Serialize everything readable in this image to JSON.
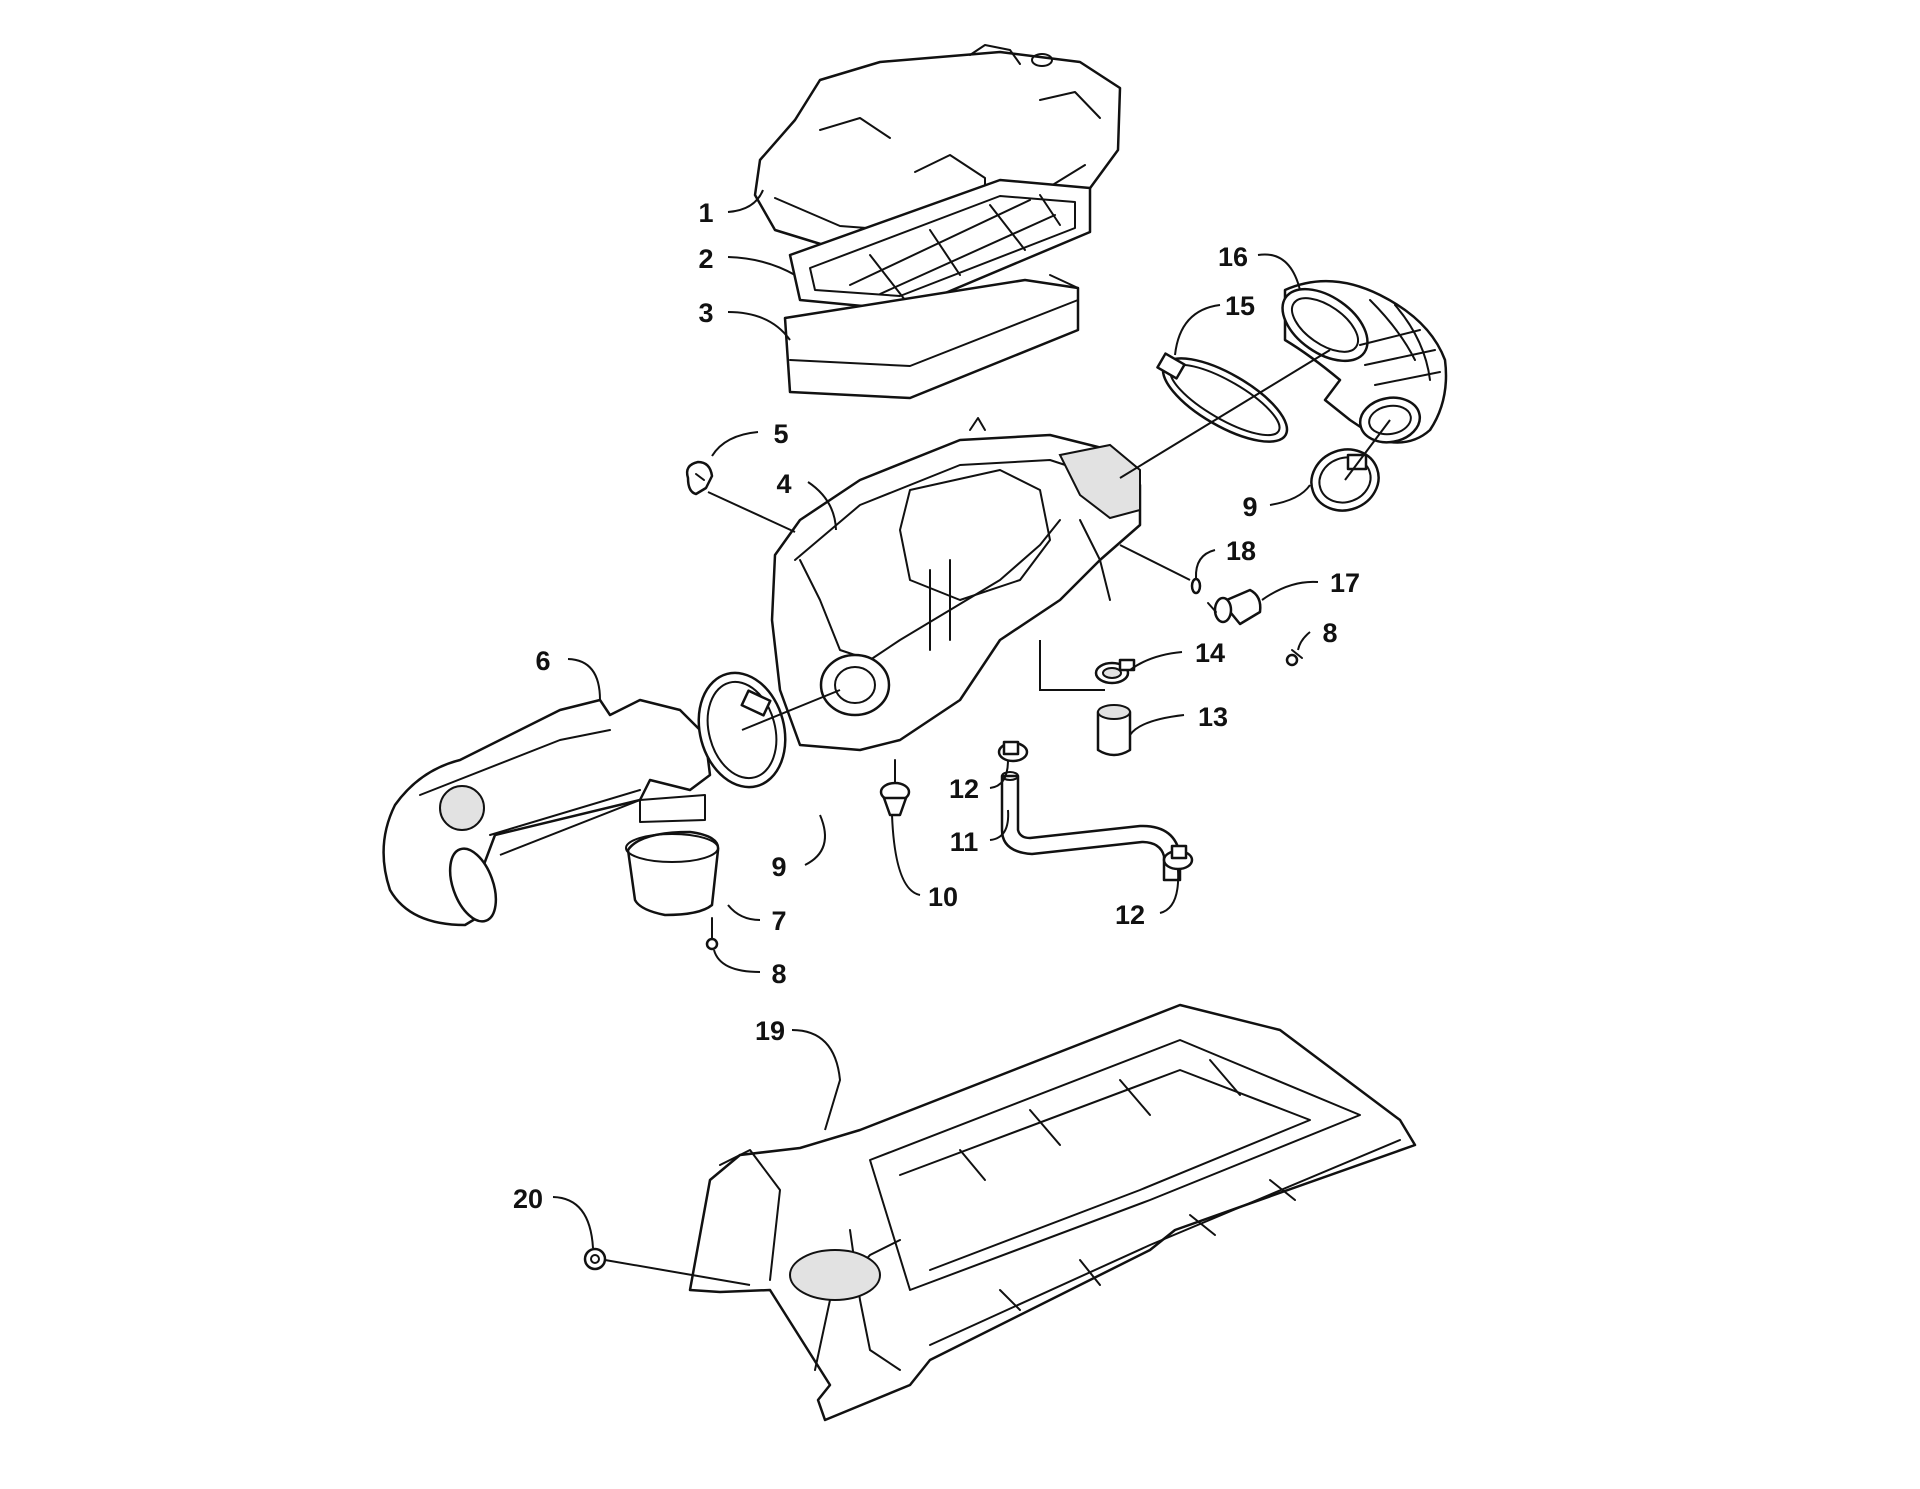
{
  "callouts": [
    {
      "id": "c1",
      "text": "1"
    },
    {
      "id": "c2",
      "text": "2"
    },
    {
      "id": "c3",
      "text": "3"
    },
    {
      "id": "c4",
      "text": "4"
    },
    {
      "id": "c5",
      "text": "5"
    },
    {
      "id": "c6",
      "text": "6"
    },
    {
      "id": "c7",
      "text": "7"
    },
    {
      "id": "c8a",
      "text": "8"
    },
    {
      "id": "c8b",
      "text": "8"
    },
    {
      "id": "c9a",
      "text": "9"
    },
    {
      "id": "c9b",
      "text": "9"
    },
    {
      "id": "c10",
      "text": "10"
    },
    {
      "id": "c11",
      "text": "11"
    },
    {
      "id": "c12a",
      "text": "12"
    },
    {
      "id": "c12b",
      "text": "12"
    },
    {
      "id": "c13",
      "text": "13"
    },
    {
      "id": "c14",
      "text": "14"
    },
    {
      "id": "c15",
      "text": "15"
    },
    {
      "id": "c16",
      "text": "16"
    },
    {
      "id": "c17",
      "text": "17"
    },
    {
      "id": "c18",
      "text": "18"
    },
    {
      "id": "c19",
      "text": "19"
    },
    {
      "id": "c20",
      "text": "20"
    }
  ],
  "colors": {
    "line": "#111111",
    "background": "#ffffff",
    "shade": "#e2e2e2"
  }
}
